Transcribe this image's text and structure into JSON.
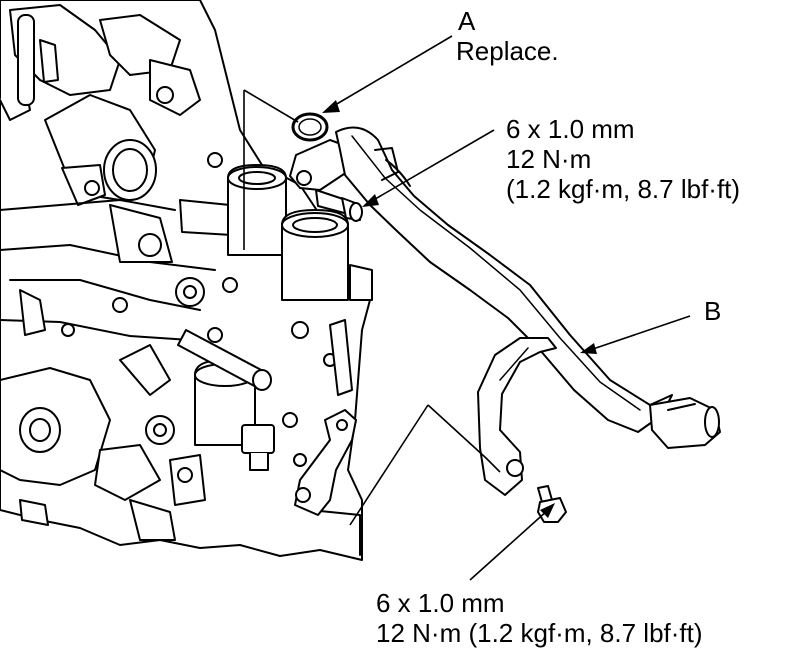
{
  "labels": {
    "callout_a": {
      "letter": "A",
      "note": "Replace."
    },
    "callout_b": {
      "letter": "B"
    },
    "upper_bolt": {
      "size": "6 x 1.0 mm",
      "torque": "12 N·m",
      "torque_alt": "(1.2 kgf·m, 8.7 lbf·ft)"
    },
    "lower_bolt": {
      "size": "6 x 1.0 mm",
      "torque": "12 N·m (1.2 kgf·m, 8.7 lbf·ft)"
    }
  },
  "colors": {
    "line": "#000000",
    "background": "#ffffff",
    "shade": "#dcdcdc"
  }
}
